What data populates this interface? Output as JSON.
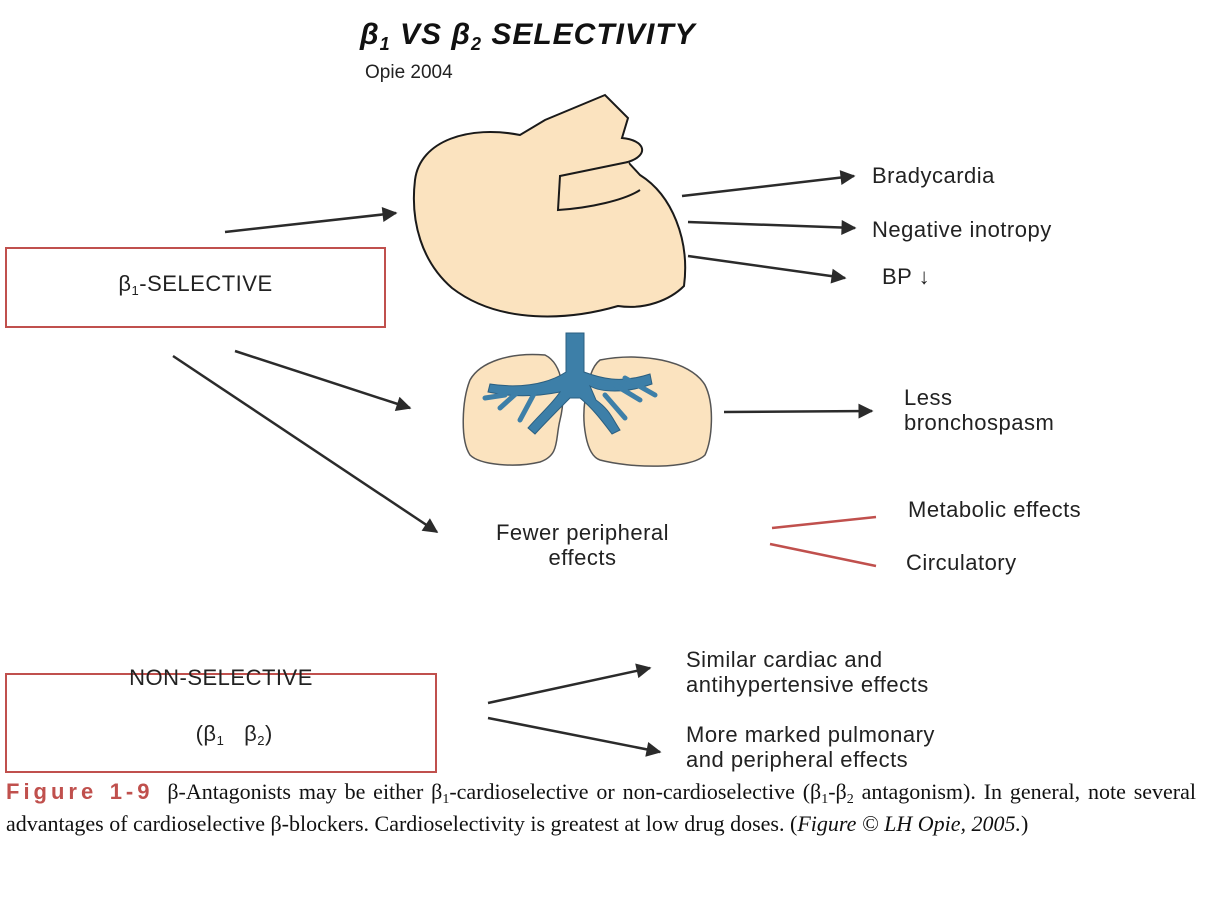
{
  "title": {
    "beta1": "β",
    "sub1": "1",
    "vs": " VS ",
    "beta2": "β",
    "sub2": "2",
    "rest": " SELECTIVITY"
  },
  "subtitle": "Opie 2004",
  "selective_box": {
    "beta": "β",
    "sub": "1",
    "text": "-SELECTIVE"
  },
  "nonselective_box": {
    "line1": "NON-SELECTIVE",
    "open": "(β",
    "sub1": "1",
    "mid": "   β",
    "sub2": "2",
    "close": ")"
  },
  "heart_effects": {
    "bradycardia": "Bradycardia",
    "inotropy": "Negative inotropy",
    "bp": "BP ↓"
  },
  "lung_effect": {
    "line1": "Less",
    "line2": "bronchospasm"
  },
  "peripheral": {
    "line1": "Fewer peripheral",
    "line2": "effects",
    "metabolic": "Metabolic effects",
    "circulatory": "Circulatory"
  },
  "nonselective_effects": {
    "a1": "Similar cardiac and",
    "a2": "antihypertensive effects",
    "b1": "More marked pulmonary",
    "b2": "and peripheral effects"
  },
  "caption": {
    "figure_label": "Figure 1-9",
    "t1": " β-Antagonists may be either β",
    "s1": "1",
    "t2": "-cardioselective or non-cardioselective (β",
    "s2": "1",
    "t3": "-β",
    "s3": "2",
    "t4": " antagonism). In general, note several advantages of cardioselective β-blockers. Cardioselectivity is greatest at low drug doses. (",
    "credit": "Figure © LH Opie, 2005.",
    "t5": ")"
  },
  "colors": {
    "accent_red": "#c0504d",
    "organ_fill": "#fbe3bf",
    "airway_blue": "#3d7fa8",
    "arrow": "#2b2b2b"
  }
}
